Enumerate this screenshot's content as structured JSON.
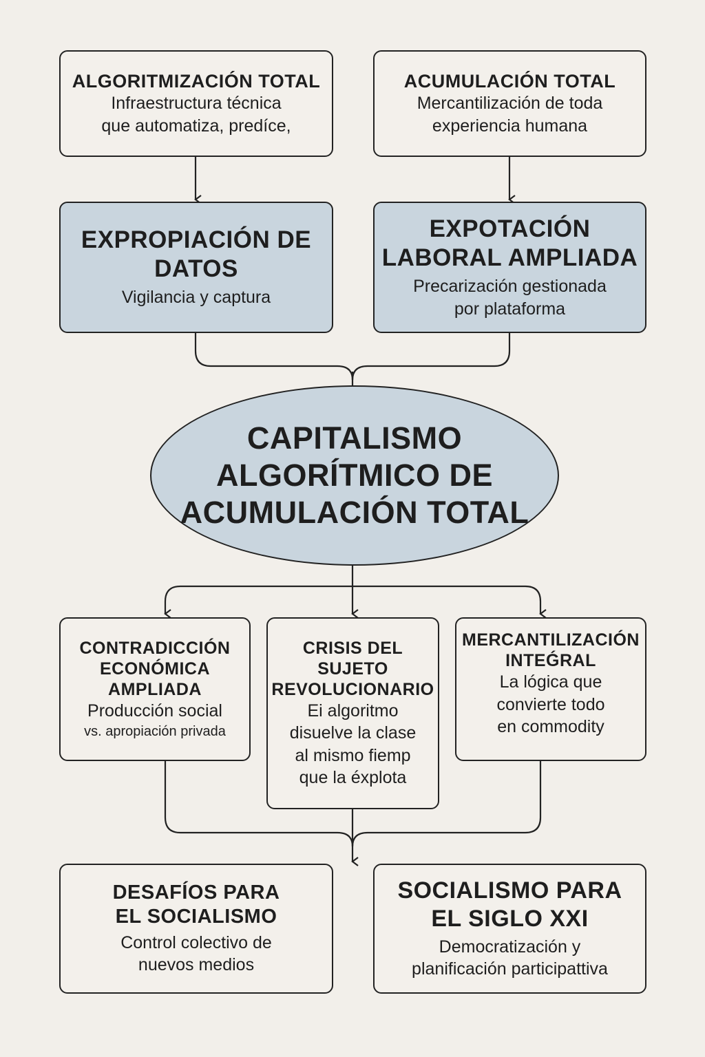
{
  "colors": {
    "background": "#f2efea",
    "highlight": "#c9d5de",
    "stroke": "#222222"
  },
  "top": [
    {
      "title": "ALGORITMIZACIÓN TOTAL",
      "text": [
        "Infraestructura técnica",
        "que automatiza, predíce,"
      ]
    },
    {
      "title": "ACUMULACIÓN TOTAL",
      "text": [
        "Mercantilización de toda",
        "experiencia humana"
      ]
    }
  ],
  "second": [
    {
      "title": [
        "EXPROPIACIÓN DE",
        "DATOS"
      ],
      "text": [
        "Vigilancia y captura"
      ]
    },
    {
      "title": [
        "EXPOTACIÓN",
        "LABORAL AMPLIADA"
      ],
      "text": [
        "Precarización gestionada",
        "por plataforma"
      ]
    }
  ],
  "center": {
    "title": [
      "CAPITALISMO",
      "ALGORÍTMICO DE",
      "ACUMULACIÓN TOTAL"
    ]
  },
  "third": [
    {
      "title": [
        "CONTRADICCIÓN",
        "ECONÓMICA",
        "AMPLIADA"
      ],
      "text": [
        "Producción social",
        "vs. apropiación privada"
      ]
    },
    {
      "title": [
        "CRISIS DEL",
        "SUJETO",
        "REVOLUCIONARIO"
      ],
      "text": [
        "Ei algoritmo",
        "disuelve la clase",
        "al mismo fiemp",
        "que la éxplota"
      ]
    },
    {
      "title": [
        "MERCANTILIZACIÓN",
        "INTEǴRAL"
      ],
      "text": [
        "La lógica que",
        "convierte todo",
        "en commodity"
      ]
    }
  ],
  "bottom": [
    {
      "title": [
        "DESAFÍOS PARA",
        "EL SOCIALISMO"
      ],
      "text": [
        "Control colectivo de",
        "nuevos medios"
      ]
    },
    {
      "title": [
        "SOCIALISMO PARA",
        "EL SIGLO XXI"
      ],
      "text": [
        "Democratización y",
        "planificación participattiva"
      ]
    }
  ]
}
